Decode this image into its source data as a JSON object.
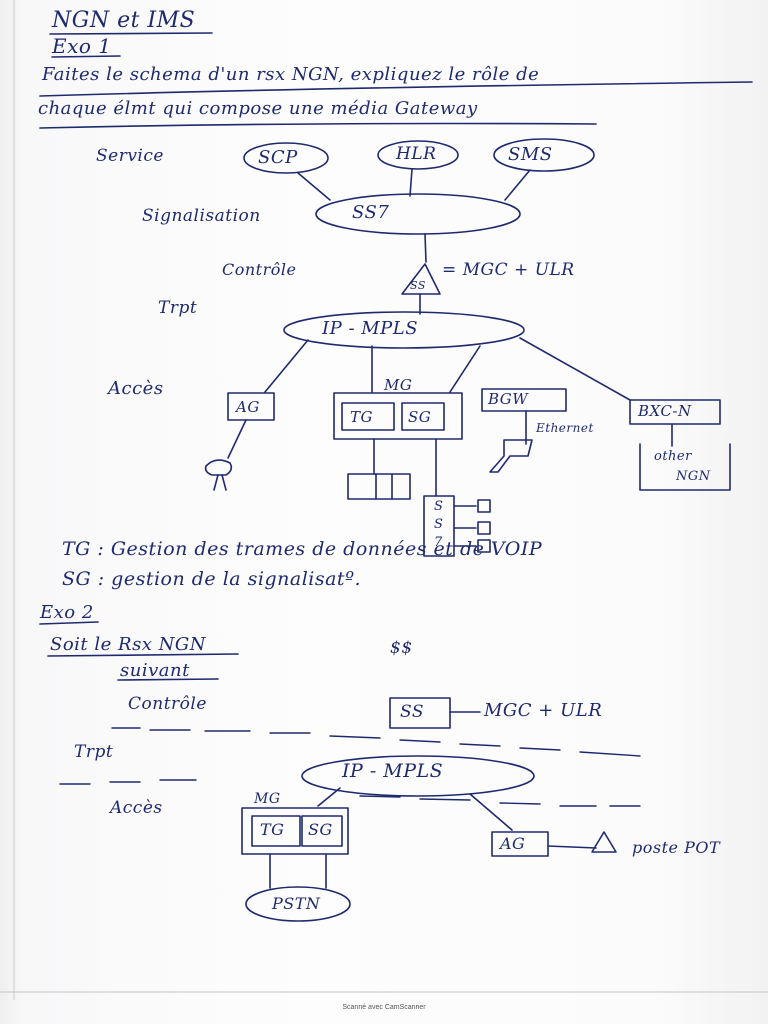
{
  "header": {
    "title": "NGN et IMS",
    "exo1_label": "Exo 1",
    "exo1_prompt_line1": "Faites le schema d'un rsx NGN, expliquez le rôle de",
    "exo1_prompt_line2": "chaque élmt qui compose une média Gateway"
  },
  "exo1_diagram": {
    "layers": {
      "service": "Service",
      "signalisation": "Signalisation",
      "controle": "Contrôle",
      "transport": "Trpt",
      "acces": "Accès"
    },
    "nodes": {
      "scp": "SCP",
      "hlr": "HLR",
      "smis": "SMS",
      "ss7": "SS7",
      "ss": "SS",
      "ss_def": "= MGC + ULR",
      "ip_mpls": "IP - MPLS",
      "mg": "MG",
      "ag": "AG",
      "tg": "TG",
      "sg": "SG",
      "bgw": "BGW",
      "bxc_n": "BXC-N",
      "ethernet": "Ethernet",
      "other_ngn_1": "other",
      "other_ngn_2": "NGN",
      "ss7_stack": [
        "S",
        "S",
        "7"
      ]
    }
  },
  "exo1_answers": {
    "tg_line": "TG : Gestion des trames de données et de VOIP",
    "sg_line": "SG : gestion de la signalisatº."
  },
  "exo2": {
    "label": "Exo 2",
    "prompt_line1": "Soit le Rsx NGN",
    "prompt_line2": "suivant",
    "scribble": "$$",
    "diagram": {
      "controle": "Contrôle",
      "transport": "Trpt",
      "acces": "Accès",
      "ss": "SS",
      "ss_def": "MGC + ULR",
      "ip_mpls": "IP - MPLS",
      "mg": "MG",
      "tg": "TG",
      "sg": "SG",
      "ag": "AG",
      "poste": "poste POT",
      "pstn": "PSTN"
    }
  },
  "footer": "Scanné avec CamScanner"
}
